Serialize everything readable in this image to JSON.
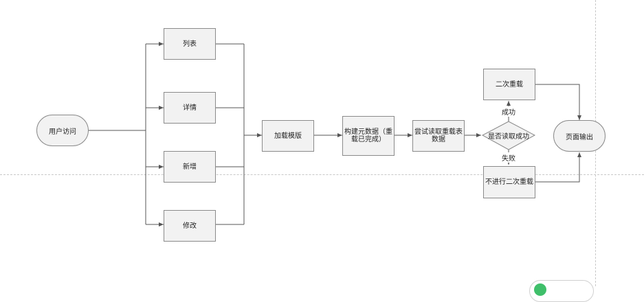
{
  "nodes": {
    "start": "用户访问",
    "list": "列表",
    "detail": "详情",
    "add": "新增",
    "edit": "修改",
    "load_template": "加载模版",
    "build_meta": "构建元数据（重载已完成）",
    "try_reload": "尝试读取重载表数据",
    "decision": "是否读取成功",
    "reload_twice": "二次重载",
    "no_reload": "不进行二次重载",
    "output": "页面输出"
  },
  "edges": {
    "success": "成功",
    "fail": "失败"
  },
  "colors": {
    "node_fill": "#f2f2f2",
    "node_border": "#8a8a8a",
    "line": "#555555",
    "guide": "#c8c8c8"
  }
}
